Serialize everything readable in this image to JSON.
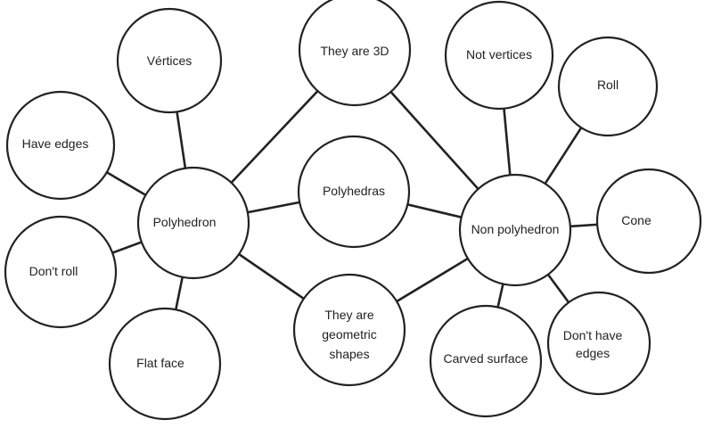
{
  "diagram": {
    "type": "double-bubble-map",
    "nodes": {
      "vertices": "Vértices",
      "have_edges": "Have edges",
      "polyhedron": "Polyhedron",
      "dont_roll": "Don't roll",
      "flat_face": "Flat face",
      "they_are_3d": "They are 3D",
      "polyhedras": "Polyhedras",
      "geometric_1": "They are",
      "geometric_2": "geometric",
      "geometric_3": "shapes",
      "not_vertices": "Not vertices",
      "roll": "Roll",
      "non_polyhedron": "Non polyhedron",
      "cone": "Cone",
      "carved_surface": "Carved surface",
      "dont_have_edges_1": "Don't have",
      "dont_have_edges_2": "edges"
    }
  }
}
